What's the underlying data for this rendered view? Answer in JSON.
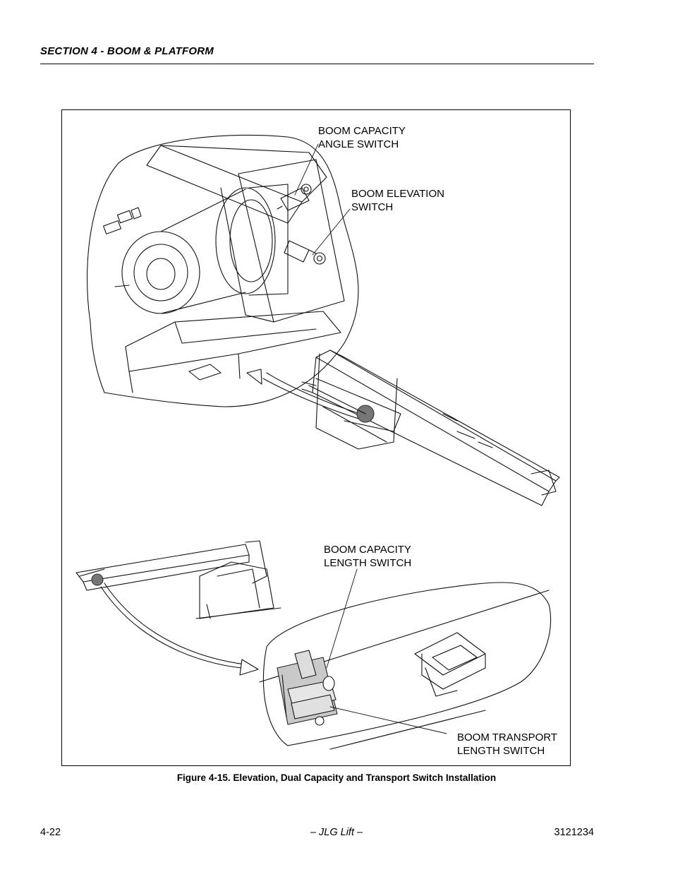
{
  "header": {
    "section_title": "SECTION 4 - BOOM & PLATFORM"
  },
  "figure": {
    "callouts": {
      "boom_capacity_angle_switch": [
        "BOOM CAPACITY",
        "ANGLE SWITCH"
      ],
      "boom_elevation_switch": [
        "BOOM ELEVATION",
        "SWITCH"
      ],
      "boom_capacity_length_switch": [
        "BOOM CAPACITY",
        "LENGTH SWITCH"
      ],
      "boom_transport_length_switch": [
        "BOOM TRANSPORT",
        "LENGTH SWITCH"
      ]
    },
    "caption": "Figure 4-15.  Elevation, Dual Capacity and Transport Switch Installation"
  },
  "footer": {
    "page_number": "4-22",
    "brand": "– JLG Lift –",
    "document_number": "3121234"
  }
}
